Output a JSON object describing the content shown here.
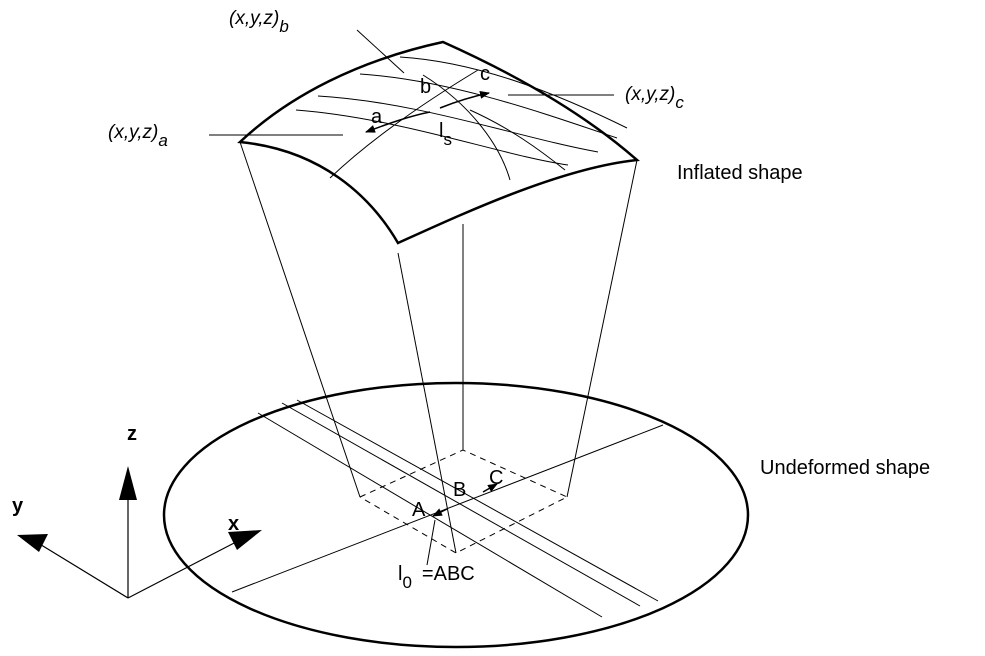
{
  "labels": {
    "point_b_coords": {
      "main": "(x,y,z)",
      "sub": "b"
    },
    "point_a_coords": {
      "main": "(x,y,z)",
      "sub": "a"
    },
    "point_c_coords": {
      "main": "(x,y,z)",
      "sub": "c"
    },
    "point_a": "a",
    "point_b": "b",
    "point_c": "c",
    "arc_length": {
      "main": "l",
      "sub": "s"
    },
    "inflated_shape": "Inflated shape",
    "undeformed_shape": "Undeformed shape",
    "point_A": "A",
    "point_B": "B",
    "point_C": "C",
    "initial_length": {
      "main": "l",
      "sub": "0",
      "rest": "=ABC"
    },
    "axis_z": "z",
    "axis_y": "y",
    "axis_x": "x"
  },
  "colors": {
    "line": "#000000",
    "background": "#ffffff"
  }
}
